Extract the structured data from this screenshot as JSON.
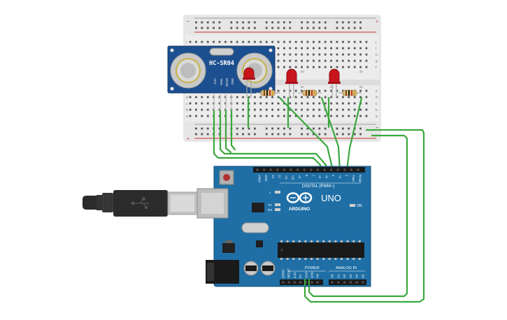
{
  "breadboard": {
    "row_labels_top": [
      "j",
      "i",
      "h",
      "g",
      "f"
    ],
    "row_labels_bottom": [
      "e",
      "d",
      "c",
      "b",
      "a"
    ],
    "column_numbers": [
      "1",
      "5",
      "10",
      "15",
      "20",
      "25",
      "30"
    ],
    "rail_plus": "+",
    "rail_minus": "−"
  },
  "sensor": {
    "name": "HC-SR04",
    "pins": [
      "VCC",
      "TRIG",
      "ECHO",
      "GND"
    ]
  },
  "arduino": {
    "brand": "ARDUINO",
    "model": "UNO",
    "digital_label": "DIGITAL (PWM~)",
    "power_label": "POWER",
    "analog_label": "ANALOG IN",
    "on_label": "ON",
    "l_label": "L",
    "tx_label": "TX",
    "rx_label": "RX",
    "top_pins": [
      "AREF",
      "GND",
      "13",
      "12",
      "~11",
      "~10",
      "~9",
      "8",
      "7",
      "~6",
      "~5",
      "4",
      "~3",
      "2",
      "TX▸1",
      "RX◂0"
    ],
    "power_pins": [
      "IOREF",
      "RESET",
      "3.3V",
      "5V",
      "GND",
      "GND",
      "Vin"
    ],
    "analog_pins": [
      "A0",
      "A1",
      "A2",
      "A3",
      "A4",
      "A5"
    ]
  },
  "leds": [
    {
      "name": "led-1",
      "color": "#c8141b"
    },
    {
      "name": "led-2",
      "color": "#c8141b"
    },
    {
      "name": "led-3",
      "color": "#c8141b"
    }
  ],
  "colors": {
    "wire": "#3aa83d",
    "board": "#1f6fa6",
    "sensor": "#1c4f8f",
    "breadboard": "#ececec",
    "rail_red": "#c9302c",
    "usb_body": "#2b2b2b"
  }
}
